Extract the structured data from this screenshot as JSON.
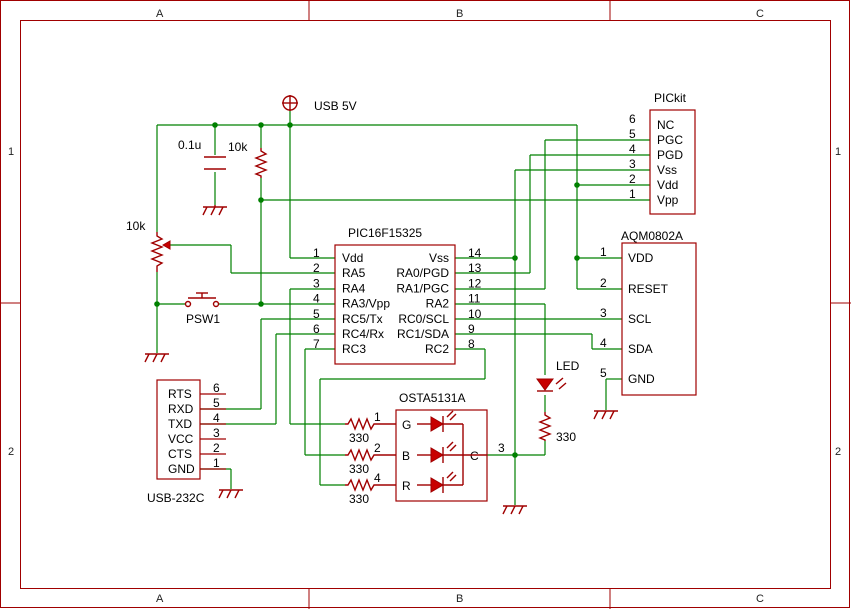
{
  "frame": {
    "cols": [
      "A",
      "B",
      "C"
    ],
    "rows": [
      "1",
      "2"
    ]
  },
  "power": {
    "usb_label": "USB 5V"
  },
  "mcu": {
    "name": "PIC16F15325",
    "left_pins": [
      {
        "num": "1",
        "name": "Vdd"
      },
      {
        "num": "2",
        "name": "RA5"
      },
      {
        "num": "3",
        "name": "RA4"
      },
      {
        "num": "4",
        "name": "RA3/Vpp"
      },
      {
        "num": "5",
        "name": "RC5/Tx"
      },
      {
        "num": "6",
        "name": "RC4/Rx"
      },
      {
        "num": "7",
        "name": "RC3"
      }
    ],
    "right_pins": [
      {
        "num": "14",
        "name": "Vss"
      },
      {
        "num": "13",
        "name": "RA0/PGD"
      },
      {
        "num": "12",
        "name": "RA1/PGC"
      },
      {
        "num": "11",
        "name": "RA2"
      },
      {
        "num": "10",
        "name": "RC0/SCL"
      },
      {
        "num": "9",
        "name": "RC1/SDA"
      },
      {
        "num": "8",
        "name": "RC2"
      }
    ]
  },
  "pickit": {
    "name": "PICkit",
    "pins": [
      {
        "num": "6",
        "name": "NC"
      },
      {
        "num": "5",
        "name": "PGC"
      },
      {
        "num": "4",
        "name": "PGD"
      },
      {
        "num": "3",
        "name": "Vss"
      },
      {
        "num": "2",
        "name": "Vdd"
      },
      {
        "num": "1",
        "name": "Vpp"
      }
    ]
  },
  "lcd": {
    "name": "AQM0802A",
    "pins": [
      {
        "num": "1",
        "name": "VDD"
      },
      {
        "num": "2",
        "name": "RESET"
      },
      {
        "num": "3",
        "name": "SCL"
      },
      {
        "num": "4",
        "name": "SDA"
      },
      {
        "num": "5",
        "name": "GND"
      }
    ]
  },
  "usb232": {
    "name": "USB-232C",
    "pins": [
      {
        "num": "6",
        "name": "RTS"
      },
      {
        "num": "5",
        "name": "RXD"
      },
      {
        "num": "4",
        "name": "TXD"
      },
      {
        "num": "3",
        "name": "VCC"
      },
      {
        "num": "2",
        "name": "CTS"
      },
      {
        "num": "1",
        "name": "GND"
      }
    ]
  },
  "rgb_led": {
    "name": "OSTA5131A",
    "pins": [
      {
        "num": "1",
        "name": "G"
      },
      {
        "num": "2",
        "name": "B"
      },
      {
        "num": "4",
        "name": "R"
      },
      {
        "num": "3",
        "name": "C"
      }
    ]
  },
  "parts": {
    "cap_label": "0.1u",
    "pullup_label": "10k",
    "pot_label": "10k",
    "switch_label": "PSW1",
    "led_label": "LED",
    "led_resistor": "330",
    "rgb_resistors": [
      "330",
      "330",
      "330"
    ]
  },
  "colors": {
    "wire": "#008000",
    "symbol": "#a00000",
    "frame": "#a00000"
  }
}
